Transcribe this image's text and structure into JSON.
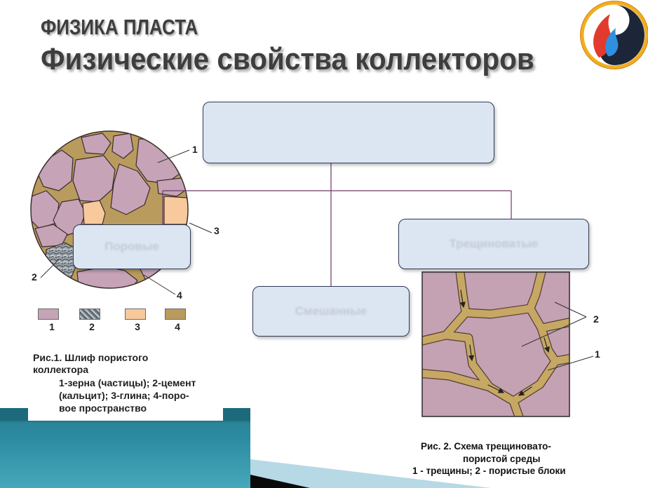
{
  "slide": {
    "kicker": "ФИЗИКА ПЛАСТА",
    "title": "Физические свойства коллекторов"
  },
  "diagram": {
    "boxes": {
      "porous": "Поровые",
      "fractured": "Трещиноватые",
      "mixed": "Смешанные"
    }
  },
  "figure1": {
    "callouts": {
      "grain": "1",
      "cement": "2",
      "clay": "3",
      "pore": "4"
    },
    "legend": [
      {
        "label": "1"
      },
      {
        "label": "2"
      },
      {
        "label": "3"
      },
      {
        "label": "4"
      }
    ],
    "caption": {
      "line1": "Рис.1. Шлиф пористого",
      "line2": "коллектора",
      "line3": "1-зерна (частицы); 2-цемент",
      "line4": "(кальцит); 3-глина; 4-поро-",
      "line5": "вое пространство"
    }
  },
  "figure2": {
    "callouts": {
      "blocks": "2",
      "fractures": "1"
    },
    "caption": {
      "line1": "Рис. 2. Схема трещиновато-",
      "line2": "пористой среды",
      "line3": "1 - трещины; 2 - пористые блоки"
    }
  },
  "colors": {
    "grain": "#c6a3b6",
    "tan": "#b99b5d",
    "clay": "#f7c99c",
    "box_fill": "#dce6f2",
    "teal": "#2c8aa0",
    "fracture": "#c7a764",
    "block": "#c5a1b4"
  }
}
